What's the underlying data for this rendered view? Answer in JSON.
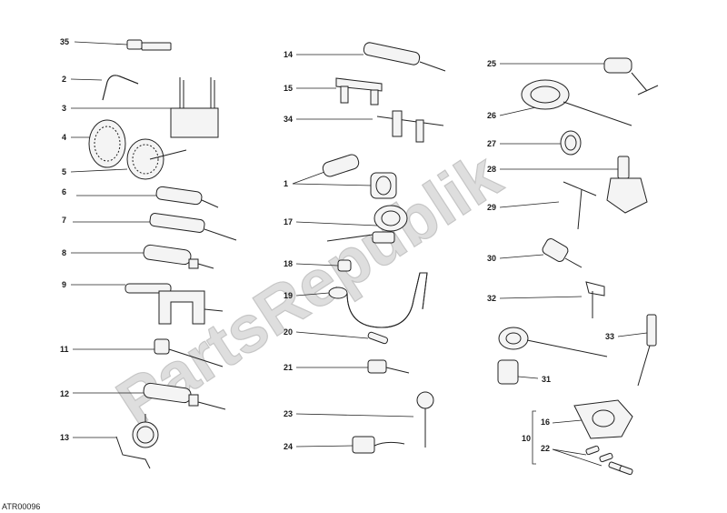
{
  "diagram": {
    "code": "ATR00096",
    "watermark": "PartsRepublik",
    "labels": {
      "l35": "35",
      "l2": "2",
      "l3": "3",
      "l4": "4",
      "l5": "5",
      "l6": "6",
      "l7": "7",
      "l8": "8",
      "l9": "9",
      "l11": "11",
      "l12": "12",
      "l13": "13",
      "l14": "14",
      "l15": "15",
      "l34": "34",
      "l1": "1",
      "l17": "17",
      "l18": "18",
      "l19": "19",
      "l20": "20",
      "l21": "21",
      "l23": "23",
      "l24": "24",
      "l25": "25",
      "l26": "26",
      "l27": "27",
      "l28": "28",
      "l29": "29",
      "l30": "30",
      "l32": "32",
      "l33": "33",
      "l31": "31",
      "l10": "10",
      "l16": "16",
      "l22": "22"
    }
  }
}
